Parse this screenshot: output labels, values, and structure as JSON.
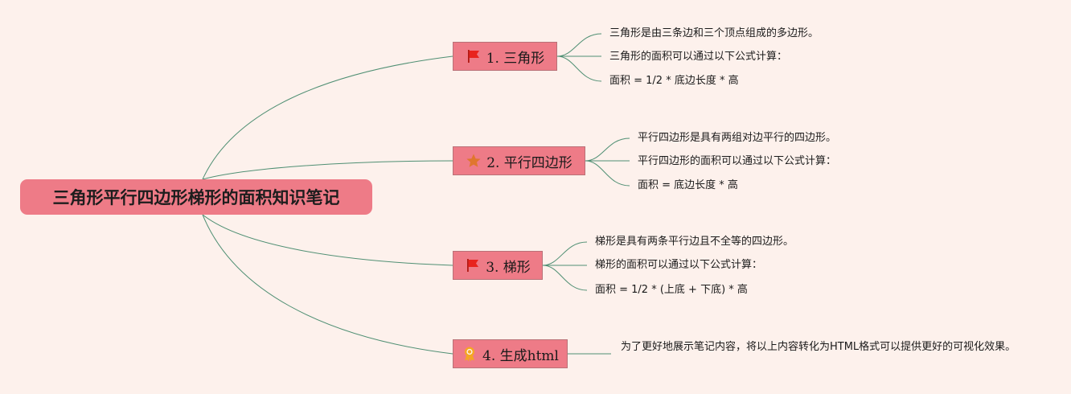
{
  "root": {
    "title": "三角形平行四边形梯形的面积知识笔记"
  },
  "colors": {
    "background": "#fdf1ec",
    "node_fill": "#ee7b87",
    "node_border": "#b97177",
    "connector": "#4f8f73",
    "flag": "#e8231e",
    "star": "#e0762e",
    "badge": "#f5a623"
  },
  "branches": [
    {
      "label": "1. 三角形",
      "icon": "red-flag-icon",
      "notes": [
        "三角形是由三条边和三个顶点组成的多边形。",
        "三角形的面积可以通过以下公式计算：",
        "面积 = 1/2 * 底边长度 * 高"
      ]
    },
    {
      "label": "2. 平行四边形",
      "icon": "star-icon",
      "notes": [
        "平行四边形是具有两组对边平行的四边形。",
        "平行四边形的面积可以通过以下公式计算：",
        "面积 = 底边长度 * 高"
      ]
    },
    {
      "label": "3. 梯形",
      "icon": "red-flag-icon",
      "notes": [
        "梯形是具有两条平行边且不全等的四边形。",
        "梯形的面积可以通过以下公式计算：",
        "面积 = 1/2 * (上底 + 下底) * 高"
      ]
    },
    {
      "label": "4. 生成html",
      "icon": "award-ribbon-icon",
      "notes": [
        "为了更好地展示笔记内容，将以上内容转化为HTML格式可以提供更好的可视化效果。"
      ]
    }
  ]
}
